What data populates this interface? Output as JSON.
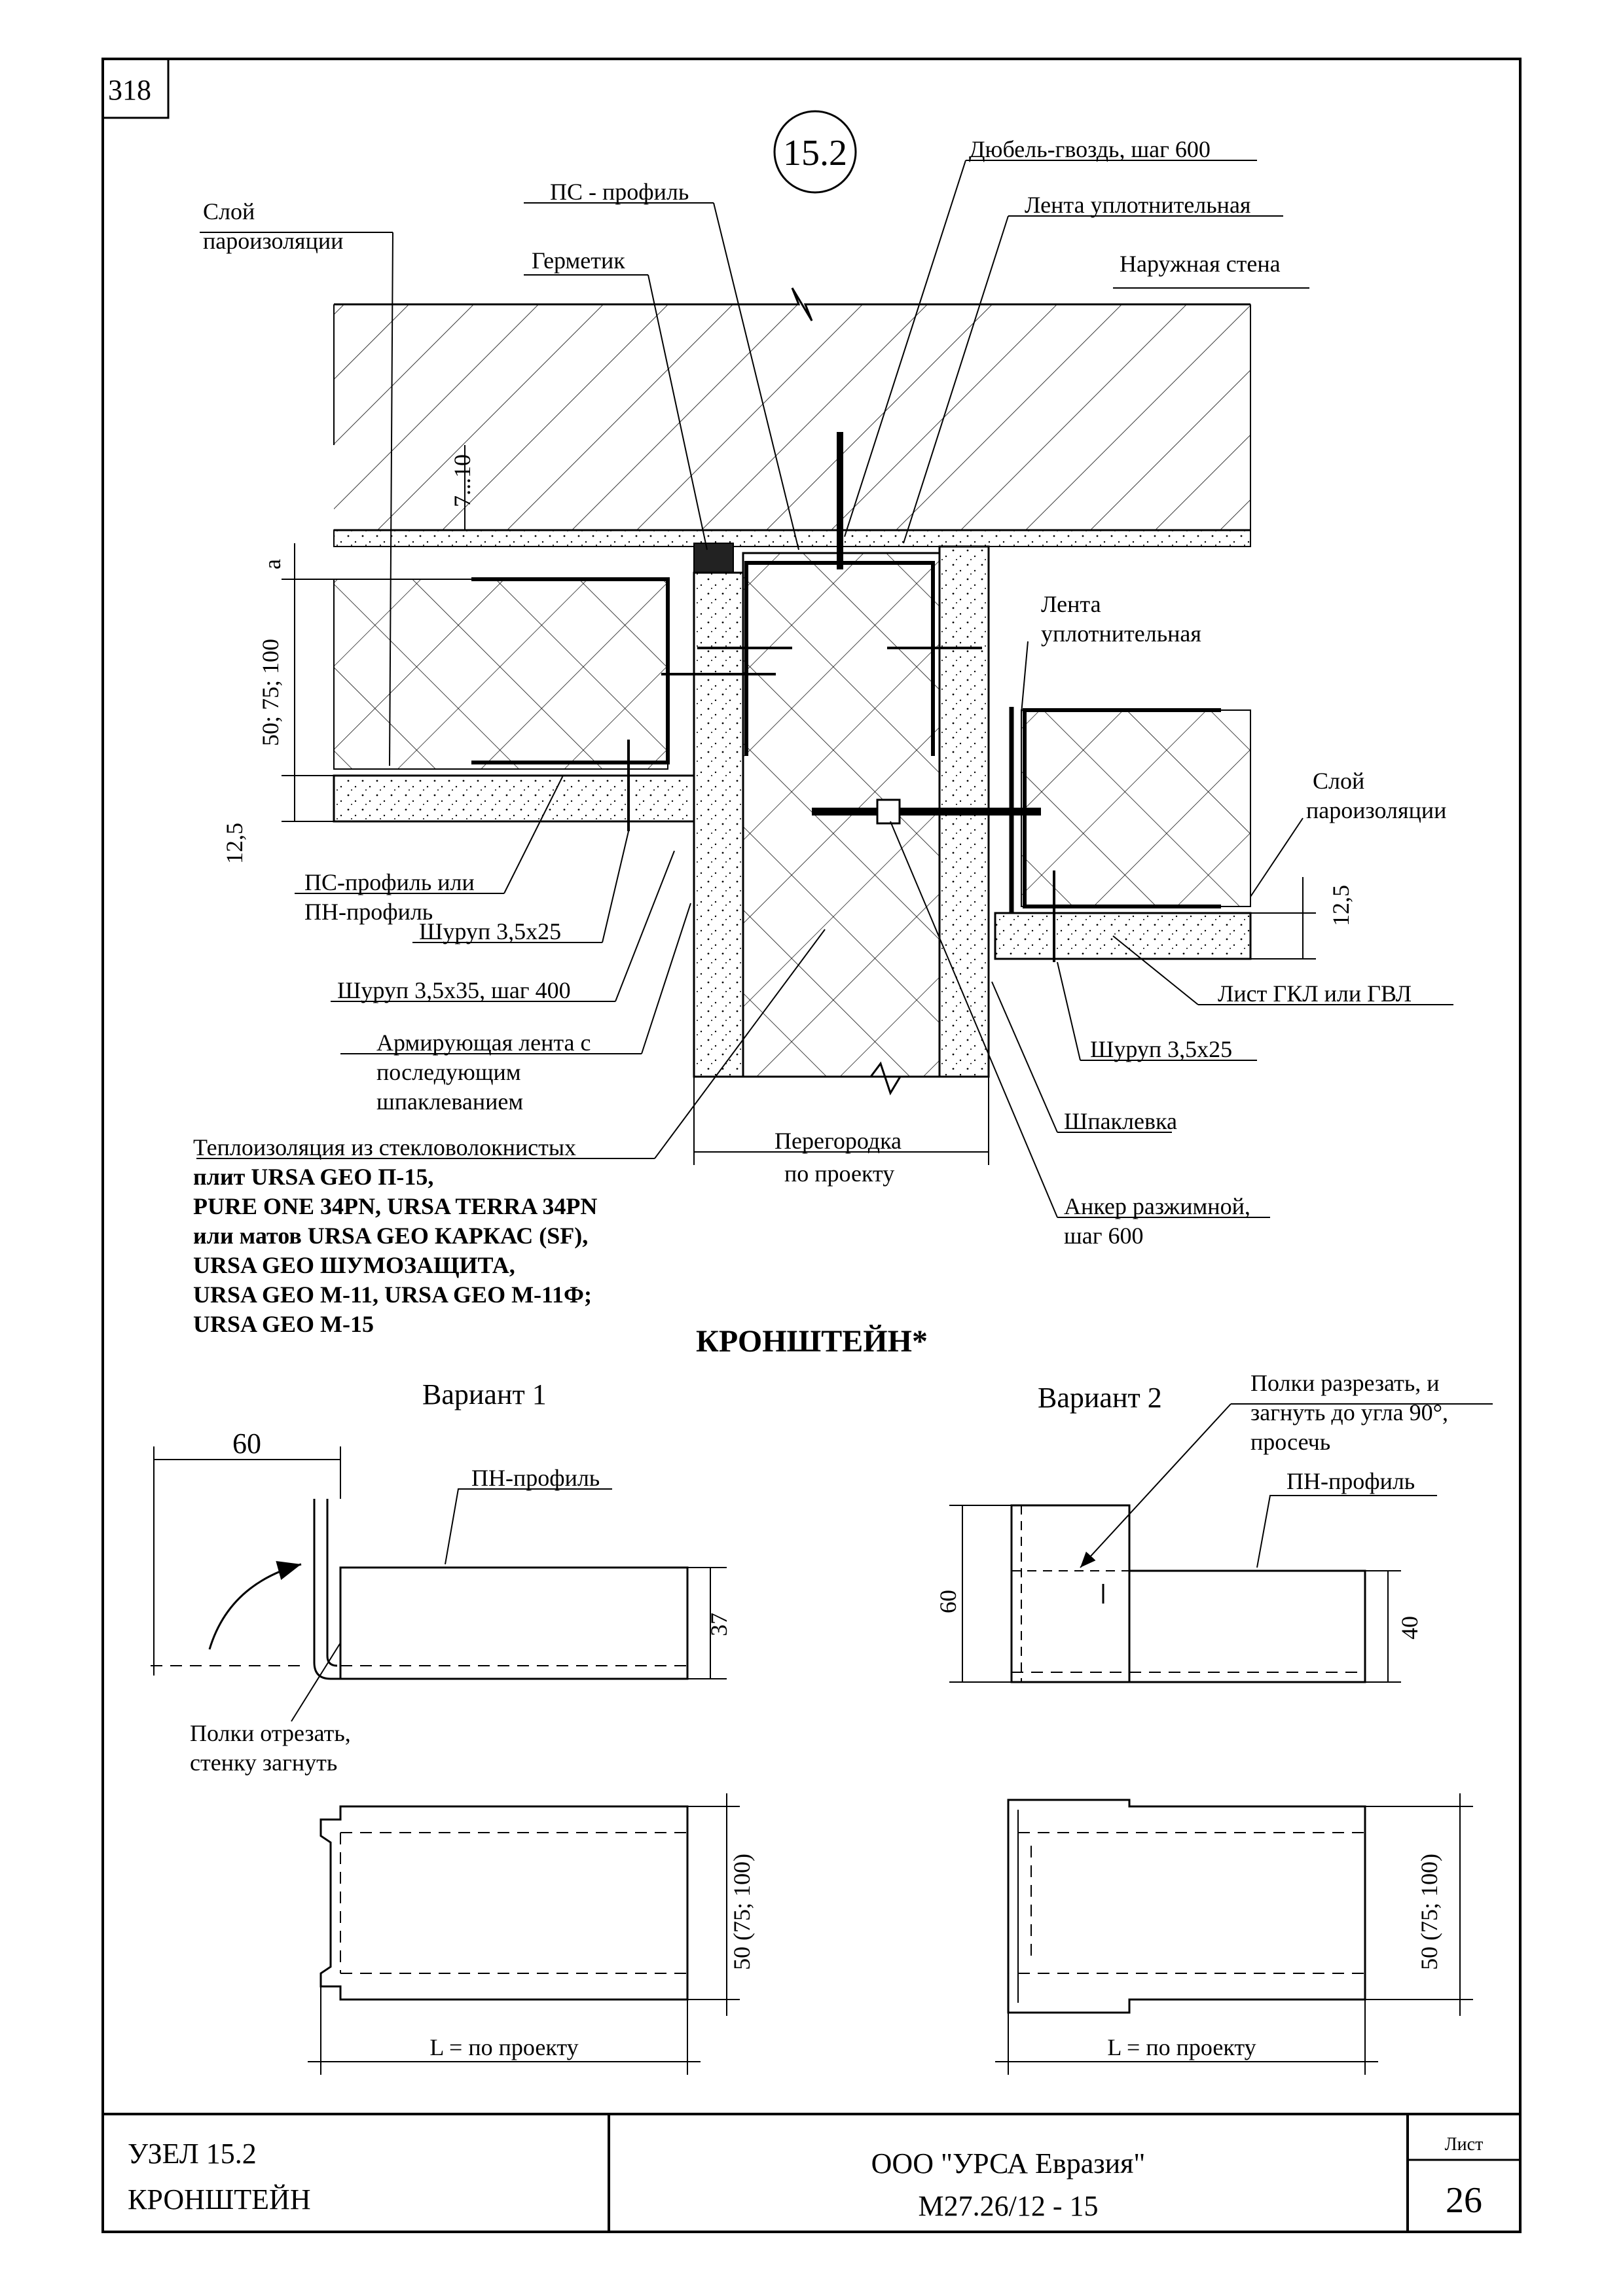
{
  "sheet_index": "318",
  "node_number": "15.2",
  "labels": {
    "dowel": "Дюбель-гвоздь, шаг 600",
    "ps_profile": "ПС - профиль",
    "vapor_layer_left_1": "Слой",
    "vapor_layer_left_2": "пароизоляции",
    "seal_tape_top": "Лента уплотнительная",
    "sealant": "Герметик",
    "outer_wall": "Наружная стена",
    "dim_7_10": "7...10",
    "dim_a": "a",
    "dim_50_75_100": "50; 75; 100",
    "dim_12_5_left": "12,5",
    "seal_tape_right_1": "Лента",
    "seal_tape_right_2": "уплотнительная",
    "vapor_layer_right_1": "Слой",
    "vapor_layer_right_2": "пароизоляции",
    "dim_12_5_right": "12,5",
    "ps_or_pn_1": "ПС-профиль или",
    "ps_or_pn_2": "ПН-профиль",
    "screw_3_5x25_left": "Шуруп 3,5х25",
    "screw_3_5x35": "Шуруп 3,5х35, шаг 400",
    "gkl_sheet": "Лист ГКЛ или ГВЛ",
    "reinforcing_tape_1": "Армирующая лента с",
    "reinforcing_tape_2": "последующим",
    "reinforcing_tape_3": "шпаклеванием",
    "screw_3_5x25_right": "Шуруп 3,5х25",
    "insulation_1": "Теплоизоляция из стекловолокнистых",
    "insulation_2": "плит URSA GEO П-15,",
    "insulation_3": "PURE ONE 34PN, URSA TERRA 34PN",
    "insulation_4": "или матов URSA GEO КАРКАС (SF),",
    "insulation_5": "URSA GEO ШУМОЗАЩИТА,",
    "insulation_6": "URSA GEO М-11,  URSA GEO М-11Ф;",
    "insulation_7": "URSA GEO М-15",
    "partition_1": "Перегородка",
    "partition_2": "по проекту",
    "putty": "Шпаклевка",
    "anchor_1": "Анкер разжимной,",
    "anchor_2": "шаг 600"
  },
  "bracket": {
    "title": "КРОНШТЕЙН*",
    "variant1": {
      "title": "Вариант 1",
      "dim_width": "60",
      "profile": "ПН-профиль",
      "dim_height": "37",
      "note_1": "Полки отрезать,",
      "note_2": "стенку загнуть",
      "dim_side": "50 (75; 100)",
      "dim_length": "L = по проекту"
    },
    "variant2": {
      "title": "Вариант 2",
      "note_1": "Полки разрезать, и",
      "note_2": "загнуть до угла 90°,",
      "note_3": "просечь",
      "profile": "ПН-профиль",
      "dim_left": "60",
      "dim_height": "40",
      "dim_side": "50 (75; 100)",
      "dim_length": "L = по проекту"
    }
  },
  "title_block": {
    "node_line_1": "УЗЕЛ 15.2",
    "node_line_2": "КРОНШТЕЙН",
    "company": "ООО \"УРСА Евразия\"",
    "code": "М27.26/12 - 15",
    "sheet_label": "Лист",
    "sheet_number": "26"
  }
}
